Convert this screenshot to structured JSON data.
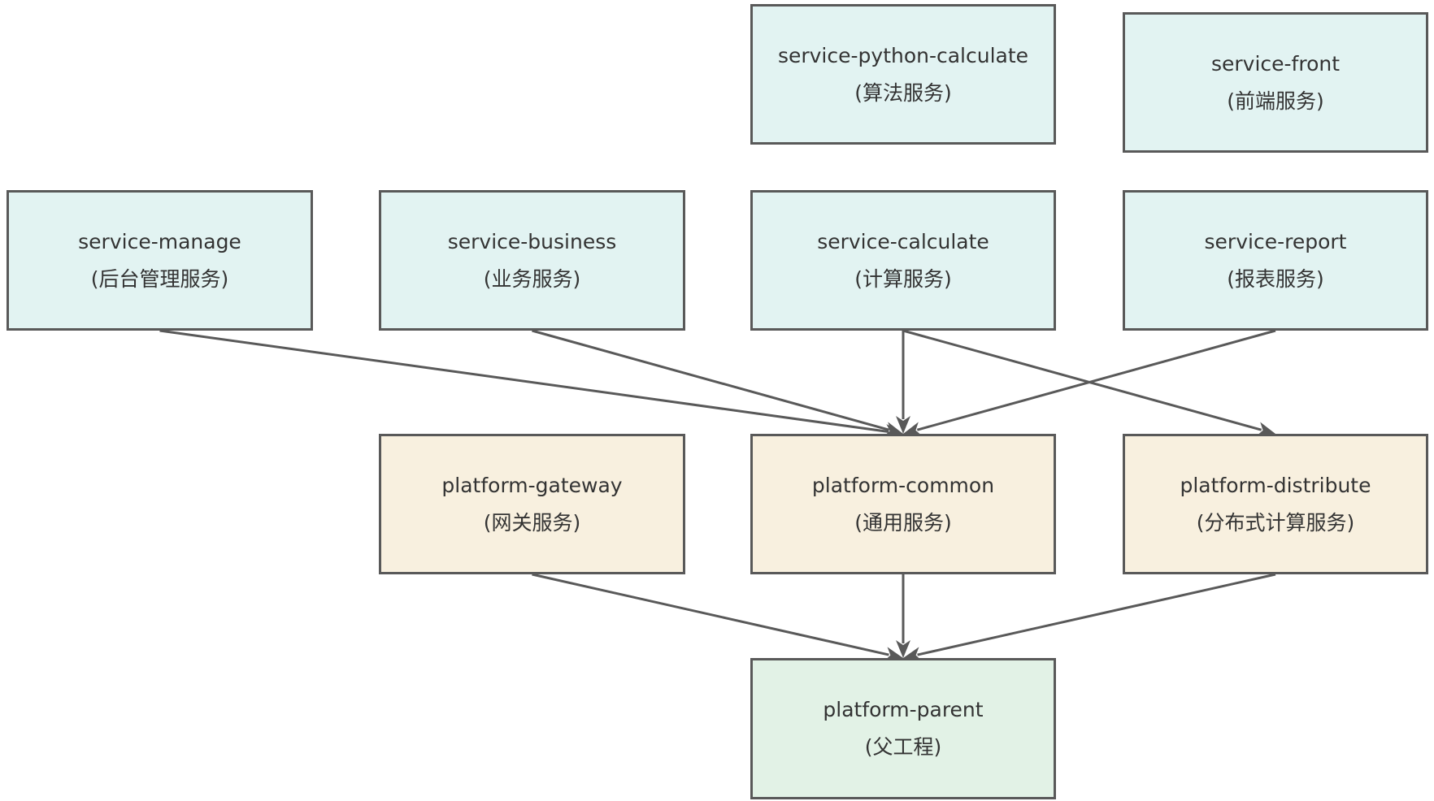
{
  "colors": {
    "service_fill": "#e2f3f2",
    "platform_fill": "#f8f0df",
    "parent_fill": "#e2f2e6",
    "border": "#595959",
    "edge": "#595959",
    "text": "#333333"
  },
  "nodes": {
    "python": {
      "name": "service-python-calculate",
      "desc": "(算法服务)"
    },
    "front": {
      "name": "service-front",
      "desc": "(前端服务)"
    },
    "manage": {
      "name": "service-manage",
      "desc": "(后台管理服务)"
    },
    "business": {
      "name": "service-business",
      "desc": "(业务服务)"
    },
    "calc": {
      "name": "service-calculate",
      "desc": "(计算服务)"
    },
    "report": {
      "name": "service-report",
      "desc": "(报表服务)"
    },
    "gateway": {
      "name": "platform-gateway",
      "desc": "(网关服务)"
    },
    "common": {
      "name": "platform-common",
      "desc": "(通用服务)"
    },
    "dist": {
      "name": "platform-distribute",
      "desc": "(分布式计算服务)"
    },
    "parent": {
      "name": "platform-parent",
      "desc": "(父工程)"
    }
  },
  "edges": [
    {
      "from": "manage",
      "to": "common"
    },
    {
      "from": "business",
      "to": "common"
    },
    {
      "from": "calc",
      "to": "common"
    },
    {
      "from": "report",
      "to": "common"
    },
    {
      "from": "calc",
      "to": "dist"
    },
    {
      "from": "gateway",
      "to": "parent"
    },
    {
      "from": "common",
      "to": "parent"
    },
    {
      "from": "dist",
      "to": "parent"
    }
  ]
}
